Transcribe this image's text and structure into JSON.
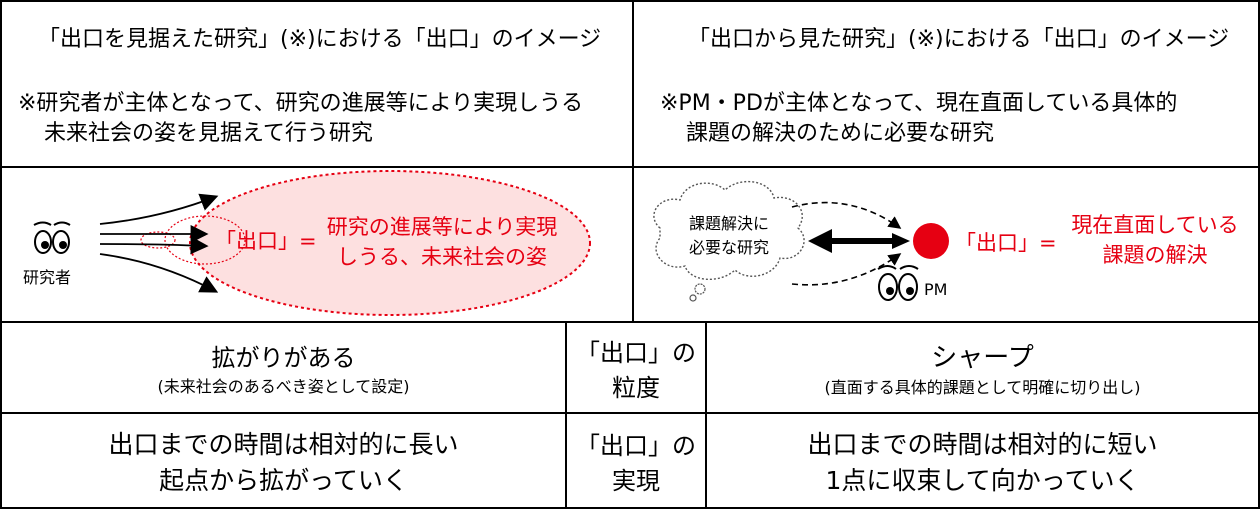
{
  "colors": {
    "accent_red": "#e60012",
    "ellipse_fill": "#fde0e0",
    "border": "#000000"
  },
  "left": {
    "title": "「出口を見据えた研究」(※)における「出口」のイメージ",
    "note_line1": "※研究者が主体となって、研究の進展等により実現しうる",
    "note_line2": "未来社会の姿を見据えて行う研究",
    "actor_label": "研究者",
    "exit_label": "「出口」=",
    "exit_text_line1": "研究の進展等により実現",
    "exit_text_line2": "しうる、未来社会の姿"
  },
  "right": {
    "title": "「出口から見た研究」(※)における「出口」のイメージ",
    "note_line1": "※PM・PDが主体となって、現在直面している具体的",
    "note_line2": "課題の解決のために必要な研究",
    "cloud_line1": "課題解決に",
    "cloud_line2": "必要な研究",
    "actor_label": "PM",
    "exit_label": "「出口」=",
    "exit_text_line1": "現在直面している",
    "exit_text_line2": "課題の解決"
  },
  "rows": [
    {
      "left_main": "拡がりがある",
      "left_sub": "(未来社会のあるべき姿として設定)",
      "mid_line1": "「出口」の",
      "mid_line2": "粒度",
      "right_main": "シャープ",
      "right_sub": "(直面する具体的課題として明確に切り出し)"
    },
    {
      "left_line1": "出口までの時間は相対的に長い",
      "left_line2": "起点から拡がっていく",
      "mid_line1": "「出口」の",
      "mid_line2": "実現",
      "right_line1": "出口までの時間は相対的に短い",
      "right_line2": "1点に収束して向かっていく"
    }
  ]
}
